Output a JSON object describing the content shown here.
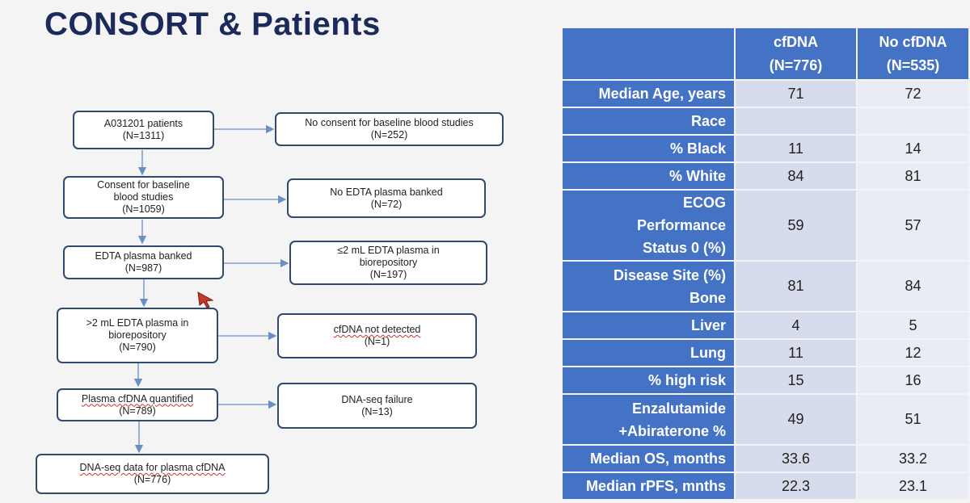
{
  "title": "CONSORT & Patients",
  "flowchart": {
    "main": [
      {
        "lines": [
          "A031201 patients",
          "(N=1311)"
        ]
      },
      {
        "lines": [
          "Consent for baseline",
          "blood studies",
          "(N=1059)"
        ]
      },
      {
        "lines": [
          "EDTA plasma banked",
          "(N=987)"
        ]
      },
      {
        "lines": [
          ">2 mL EDTA plasma in",
          "biorepository",
          "(N=790)"
        ]
      },
      {
        "lines": [
          "Plasma cfDNA quantified",
          "(N=789)"
        ]
      },
      {
        "lines": [
          "DNA-seq data for plasma cfDNA",
          "(N=776)"
        ]
      }
    ],
    "exclusions": [
      {
        "lines": [
          "No consent for baseline blood studies",
          "(N=252)"
        ]
      },
      {
        "lines": [
          "No EDTA plasma banked",
          "(N=72)"
        ]
      },
      {
        "lines": [
          "≤2 mL EDTA plasma in",
          "biorepository",
          "(N=197)"
        ]
      },
      {
        "lines": [
          "cfDNA not detected",
          "(N=1)"
        ]
      },
      {
        "lines": [
          "DNA-seq failure",
          "(N=13)"
        ]
      }
    ]
  },
  "table": {
    "headers": [
      [
        "cfDNA",
        "(N=776)"
      ],
      [
        "No cfDNA",
        "(N=535)"
      ]
    ],
    "rows": [
      {
        "label": [
          "Median Age, years"
        ],
        "a": "71",
        "b": "72"
      },
      {
        "label": [
          "Race"
        ],
        "a": "",
        "b": ""
      },
      {
        "label": [
          "% Black"
        ],
        "a": "11",
        "b": "14"
      },
      {
        "label": [
          "% White"
        ],
        "a": "84",
        "b": "81"
      },
      {
        "label": [
          "ECOG",
          "Performance",
          "Status 0 (%)"
        ],
        "a": "59",
        "b": "57"
      },
      {
        "label": [
          "Disease Site (%)",
          "Bone"
        ],
        "a": "81",
        "b": "84"
      },
      {
        "label": [
          "Liver"
        ],
        "a": "4",
        "b": "5"
      },
      {
        "label": [
          "Lung"
        ],
        "a": "11",
        "b": "12"
      },
      {
        "label": [
          "% high risk"
        ],
        "a": "15",
        "b": "16"
      },
      {
        "label": [
          "Enzalutamide",
          "+Abiraterone %"
        ],
        "a": "49",
        "b": "51"
      },
      {
        "label": [
          "Median OS, months"
        ],
        "a": "33.6",
        "b": "33.2"
      },
      {
        "label": [
          "Median rPFS, mnths"
        ],
        "a": "22.3",
        "b": "23.1"
      }
    ]
  },
  "colors": {
    "title": "#1b2a5a",
    "table_header": "#4472c4",
    "cell": "#d6dceb",
    "box_border": "#2f4a6d",
    "cursor": "#c0392b"
  },
  "icons": {
    "cursor": "mouse-pointer-icon"
  }
}
